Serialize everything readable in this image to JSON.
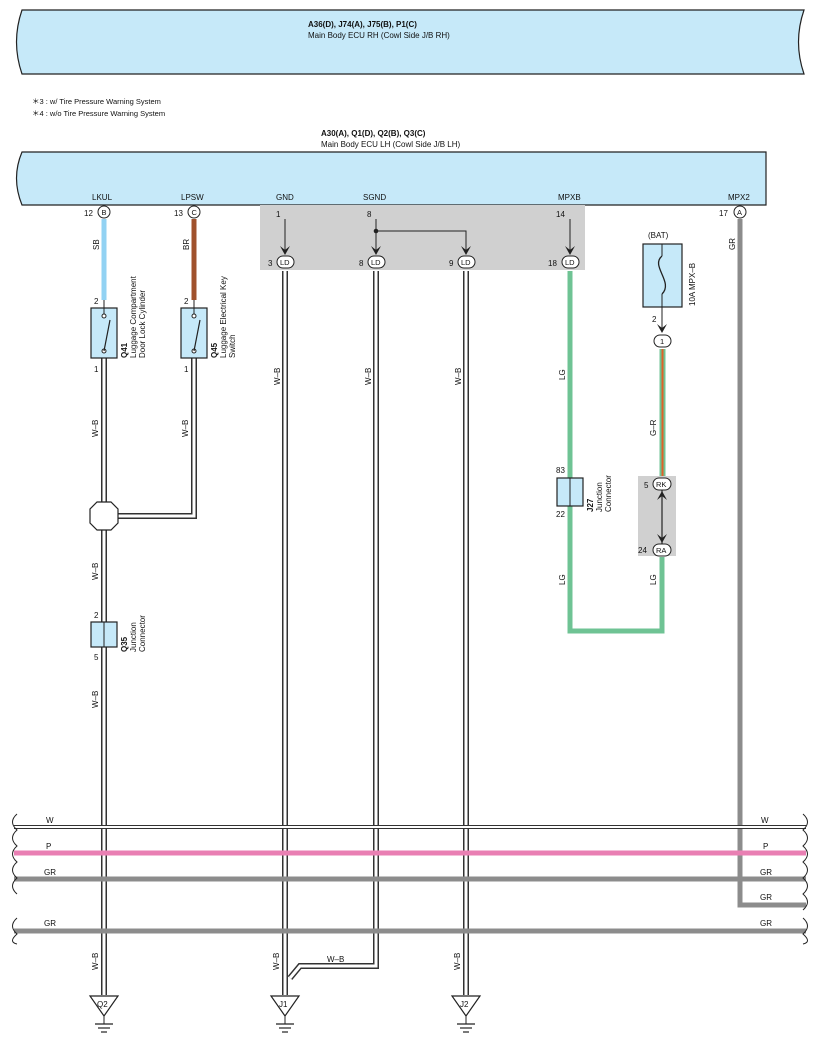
{
  "ecu_rh": {
    "title": "A36(D), J74(A), J75(B), P1(C)",
    "subtitle": "Main Body ECU RH (Cowl Side J/B RH)"
  },
  "notes": [
    "＊3 : w/ Tire Pressure Warning System",
    "＊4 : w/o Tire Pressure Warning System"
  ],
  "ecu_lh": {
    "title": "A30(A), Q1(D), Q2(B), Q3(C)",
    "subtitle": "Main Body ECU LH (Cowl Side J/B LH)"
  },
  "pins": {
    "lkul": {
      "label": "LKUL",
      "num": "12",
      "conn": "B"
    },
    "lpsw": {
      "label": "LPSW",
      "num": "13",
      "conn": "C"
    },
    "gnd": {
      "label": "GND",
      "num": "1"
    },
    "sgnd": {
      "label": "SGND",
      "num": "8"
    },
    "mpxb": {
      "label": "MPXB",
      "num": "14"
    },
    "mpx2": {
      "label": "MPX2",
      "num": "17",
      "conn": "A"
    }
  },
  "ld_connectors": {
    "gnd": {
      "num": "3",
      "label": "LD"
    },
    "sgnd": {
      "num": "8",
      "label": "LD"
    },
    "extra": {
      "num": "9",
      "label": "LD"
    },
    "mpxb": {
      "num": "18",
      "label": "LD"
    }
  },
  "switches": {
    "q41": {
      "id": "Q41",
      "line1": "Luggage Compartment",
      "line2": "Door Lock Cylinder",
      "pin_top": "2",
      "pin_bottom": "1"
    },
    "q45": {
      "id": "Q45",
      "line1": "Luggage Electrical Key",
      "line2": "Switch",
      "pin_top": "2",
      "pin_bottom": "1"
    }
  },
  "junctions": {
    "q35": {
      "id": "Q35",
      "line1": "Junction",
      "line2": "Connector",
      "pin_top": "2",
      "pin_bottom": "5"
    },
    "j27": {
      "id": "J27",
      "line1": "Junction",
      "line2": "Connector",
      "pin_top": "83",
      "pin_bottom": "22"
    }
  },
  "fuse": {
    "supply": "(BAT)",
    "label": "10A MPX–B",
    "pin": "2",
    "inline": "1"
  },
  "connectors": {
    "rk": {
      "num": "5",
      "label": "RK"
    },
    "ra": {
      "num": "24",
      "label": "RA"
    }
  },
  "wire_colors": {
    "lkul": "SB",
    "lpsw": "BR",
    "q41_out": "W–B",
    "q45_out": "W–B",
    "q41_splice_down": "W–B",
    "q35_out": "W–B",
    "gnd": "W–B",
    "sgnd": "W–B",
    "extra": "W–B",
    "mpxb": "LG",
    "j27_out": "LG",
    "fuse_out": "G–R",
    "ra_out": "LG",
    "mpx2": "GR",
    "bottom_q2": "W–B",
    "bottom_j1": "W–B",
    "bottom_j1_jog": "W–B",
    "bottom_j2": "W–B"
  },
  "bus_lines": [
    {
      "left": "W",
      "right": "W",
      "color": "#ffffff"
    },
    {
      "left": "P",
      "right": "P",
      "color": "#e97fb3"
    },
    {
      "left": "GR",
      "right": "GR",
      "color": "#8c8c8c"
    },
    {
      "left": "",
      "right": "GR",
      "color": "#8c8c8c"
    },
    {
      "left": "GR",
      "right": "GR",
      "color": "#8c8c8c"
    }
  ],
  "grounds": {
    "q2": "Q2",
    "j1": "J1",
    "j2": "J2"
  },
  "colors": {
    "ecu_fill": "#c6e9f9",
    "sb": "#92d2f3",
    "br": "#a0522d",
    "lg": "#6fc394",
    "gr": "#8c8c8c",
    "pink": "#e97fb3",
    "shade": "#d0d0d0"
  }
}
